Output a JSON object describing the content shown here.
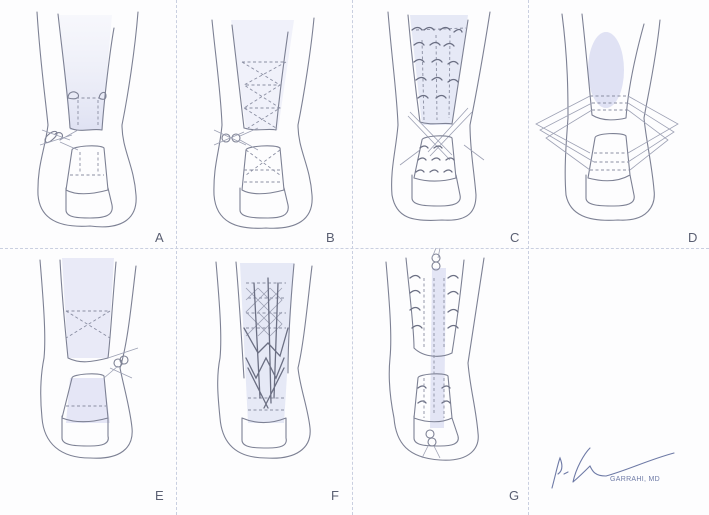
{
  "figure": {
    "description": "Hand-drawn surgical illustration of tendon repair techniques, seven panels labeled A through G",
    "colors": {
      "paper": "#fdfdfe",
      "line": "#7d8194",
      "shading": "#c8cbe8",
      "grid": "#c9cfe0",
      "signature": "#6e7aa6"
    },
    "layout": {
      "columns": 4,
      "rows": 2
    },
    "panels": [
      {
        "label": "A",
        "content": "tendon stumps with core suture and knot on side"
      },
      {
        "label": "B",
        "content": "crisscross (cross-stitch) suture pattern with knots on side"
      },
      {
        "label": "C",
        "content": "multiple locking loop sutures with crossing strands"
      },
      {
        "label": "D",
        "content": "multiple parallel transverse sutures passing through both stumps"
      },
      {
        "label": "E",
        "content": "cross suture in proximal stump with knot at side"
      },
      {
        "label": "F",
        "content": "interwoven mesh/lattice suture repair"
      },
      {
        "label": "G",
        "content": "locking loop sutures with knots at proximal and distal ends"
      },
      {
        "label": "",
        "content": "signature"
      }
    ],
    "signature": {
      "text": "GARRAHI, MD"
    }
  }
}
